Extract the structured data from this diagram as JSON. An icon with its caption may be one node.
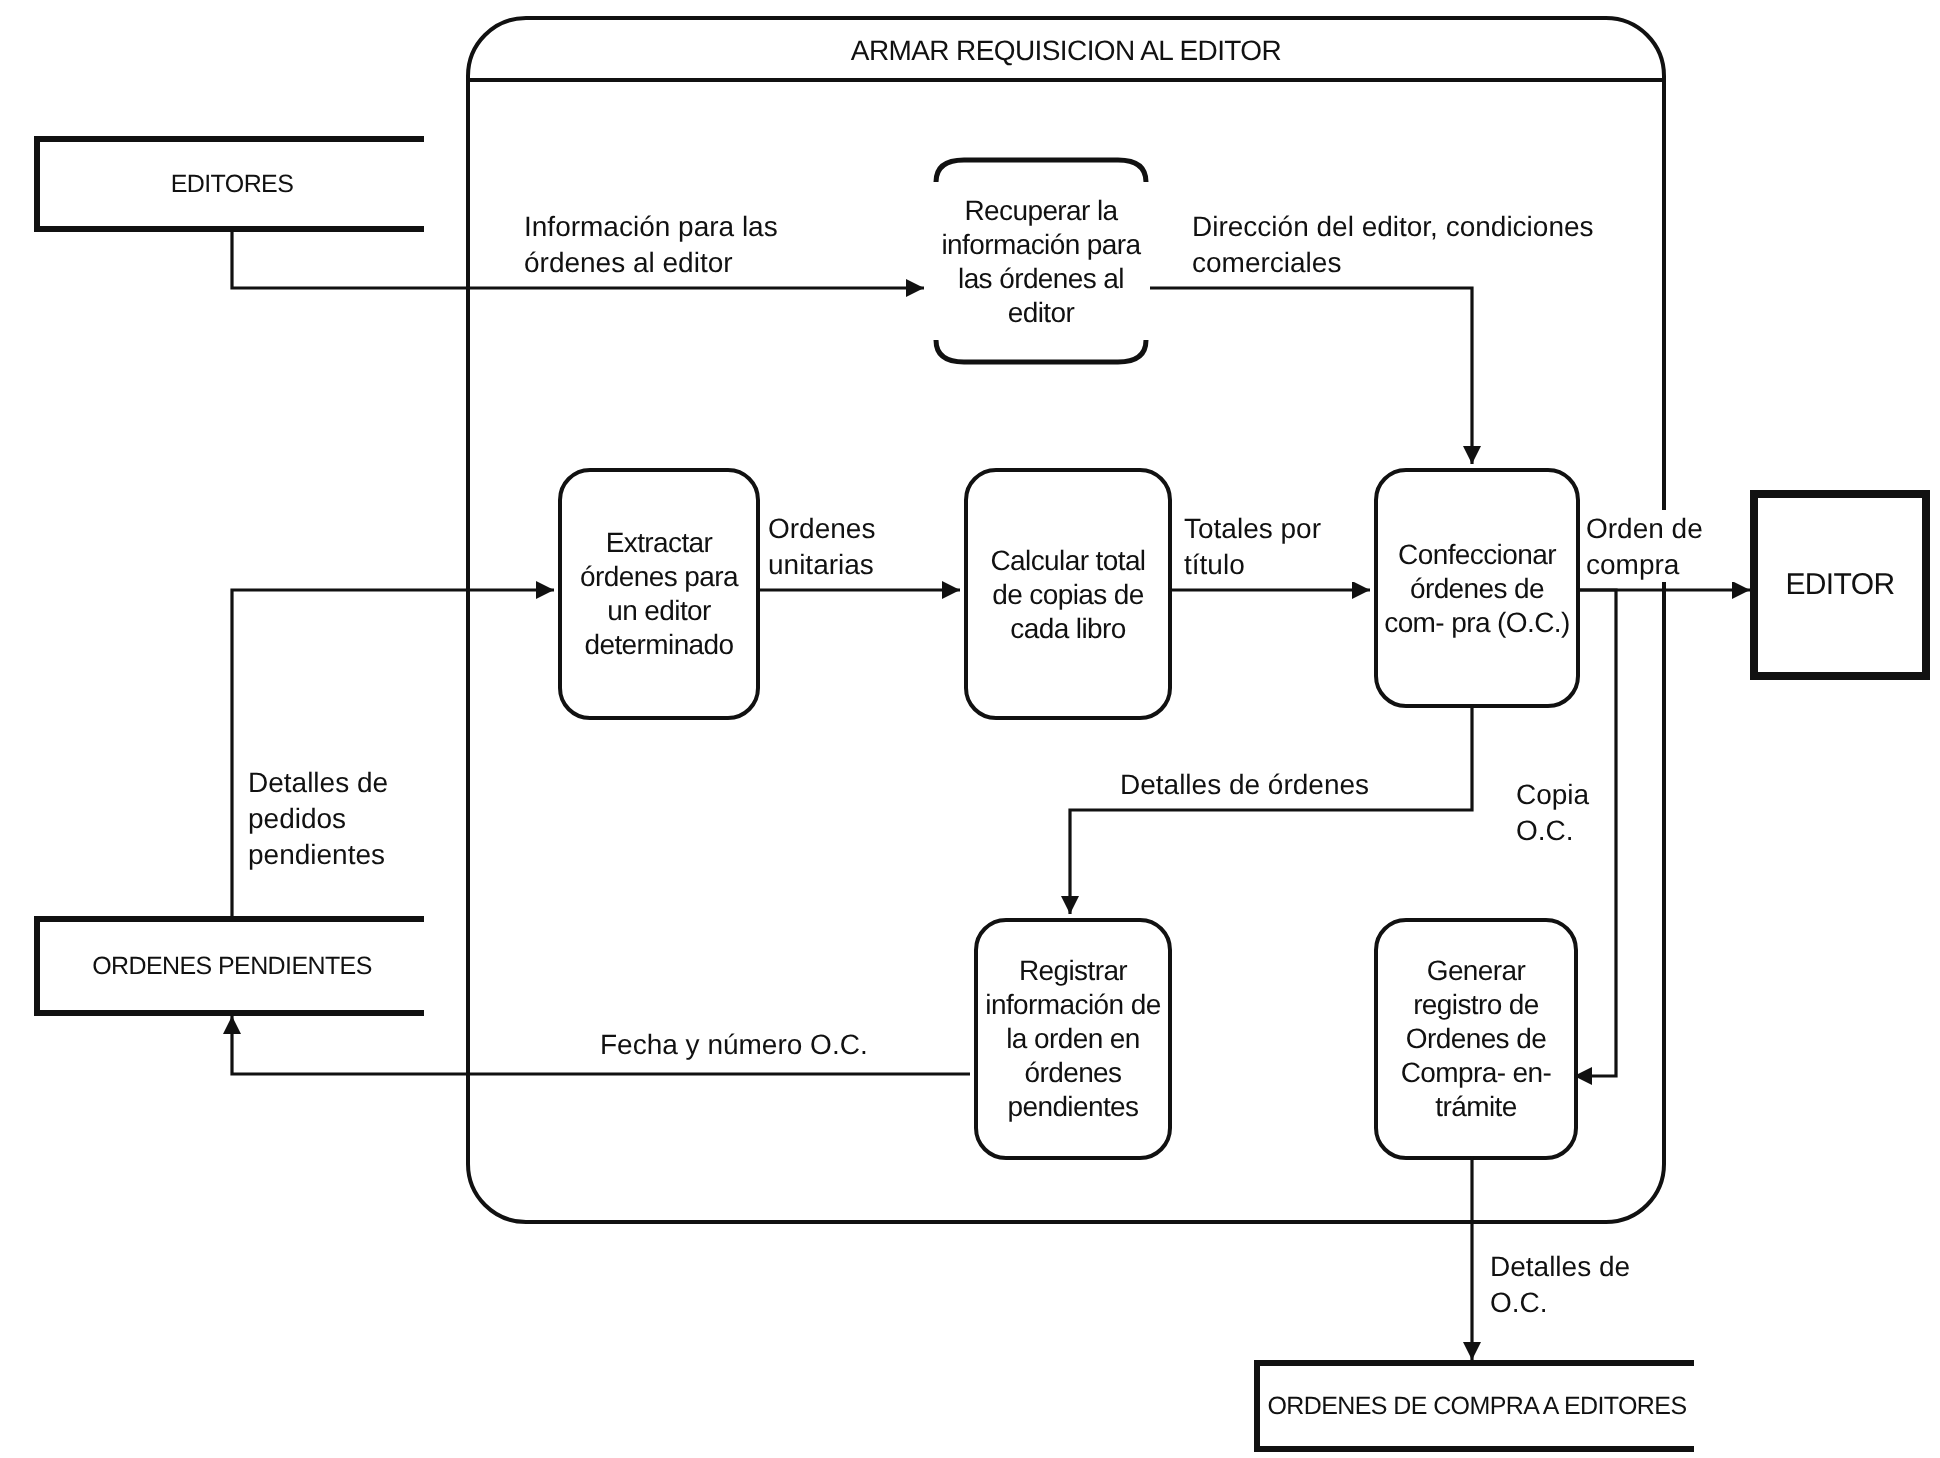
{
  "diagram": {
    "nodes": [
      {
        "text": [
          "ARMAR REQUISICION AL EDITOR"
        ]
      },
      {
        "text": [
          "EDITORES"
        ]
      },
      {
        "text": [
          "Recuperar la información para las órdenes al editor"
        ],
        "in": 0
      },
      {
        "text": [
          "Extractar órdenes para un editor determinado"
        ],
        "in": 0
      },
      {
        "text": [
          "Calcular total de copias de cada libro"
        ],
        "in": 0
      },
      {
        "text": [
          "Confeccionar órdenes de com- pra (O.C.)"
        ],
        "in": 0
      },
      {
        "text": [
          "EDITOR"
        ]
      },
      {
        "text": [
          "ORDENES PENDIENTES"
        ]
      },
      {
        "text": [
          "Registrar información de la orden en órdenes pendientes"
        ],
        "in": 0
      },
      {
        "text": [
          "Generar registro de Ordenes de Compra- en-trámite"
        ],
        "in": 0
      },
      {
        "text": [
          "ORDENES DE COMPRA A EDITORES"
        ]
      }
    ],
    "edges": [
      {
        "from": 1,
        "to": 2,
        "arrow": "to",
        "label": "Información para las órdenes al editor"
      },
      {
        "from": 2,
        "to": 5,
        "arrow": "to",
        "label": "Dirección del editor, condiciones comerciales"
      },
      {
        "from": 7,
        "to": 3,
        "arrow": "to",
        "label": "Detalles de pedidos pendientes"
      },
      {
        "from": 3,
        "to": 4,
        "arrow": "to",
        "label": "Ordenes unitarias"
      },
      {
        "from": 4,
        "to": 5,
        "arrow": "to",
        "label": "Totales por título"
      },
      {
        "from": 5,
        "to": 6,
        "arrow": "to",
        "label": "Orden de compra"
      },
      {
        "from": 5,
        "to": 8,
        "arrow": "to",
        "label": "Detalles de órdenes"
      },
      {
        "from": 5,
        "to": 9,
        "arrow": "to",
        "label": "Copia O.C."
      },
      {
        "from": 8,
        "to": 7,
        "arrow": "to",
        "label": "Fecha y número O.C."
      },
      {
        "from": 9,
        "to": 10,
        "arrow": "to",
        "label": "Detalles de O.C."
      }
    ]
  }
}
